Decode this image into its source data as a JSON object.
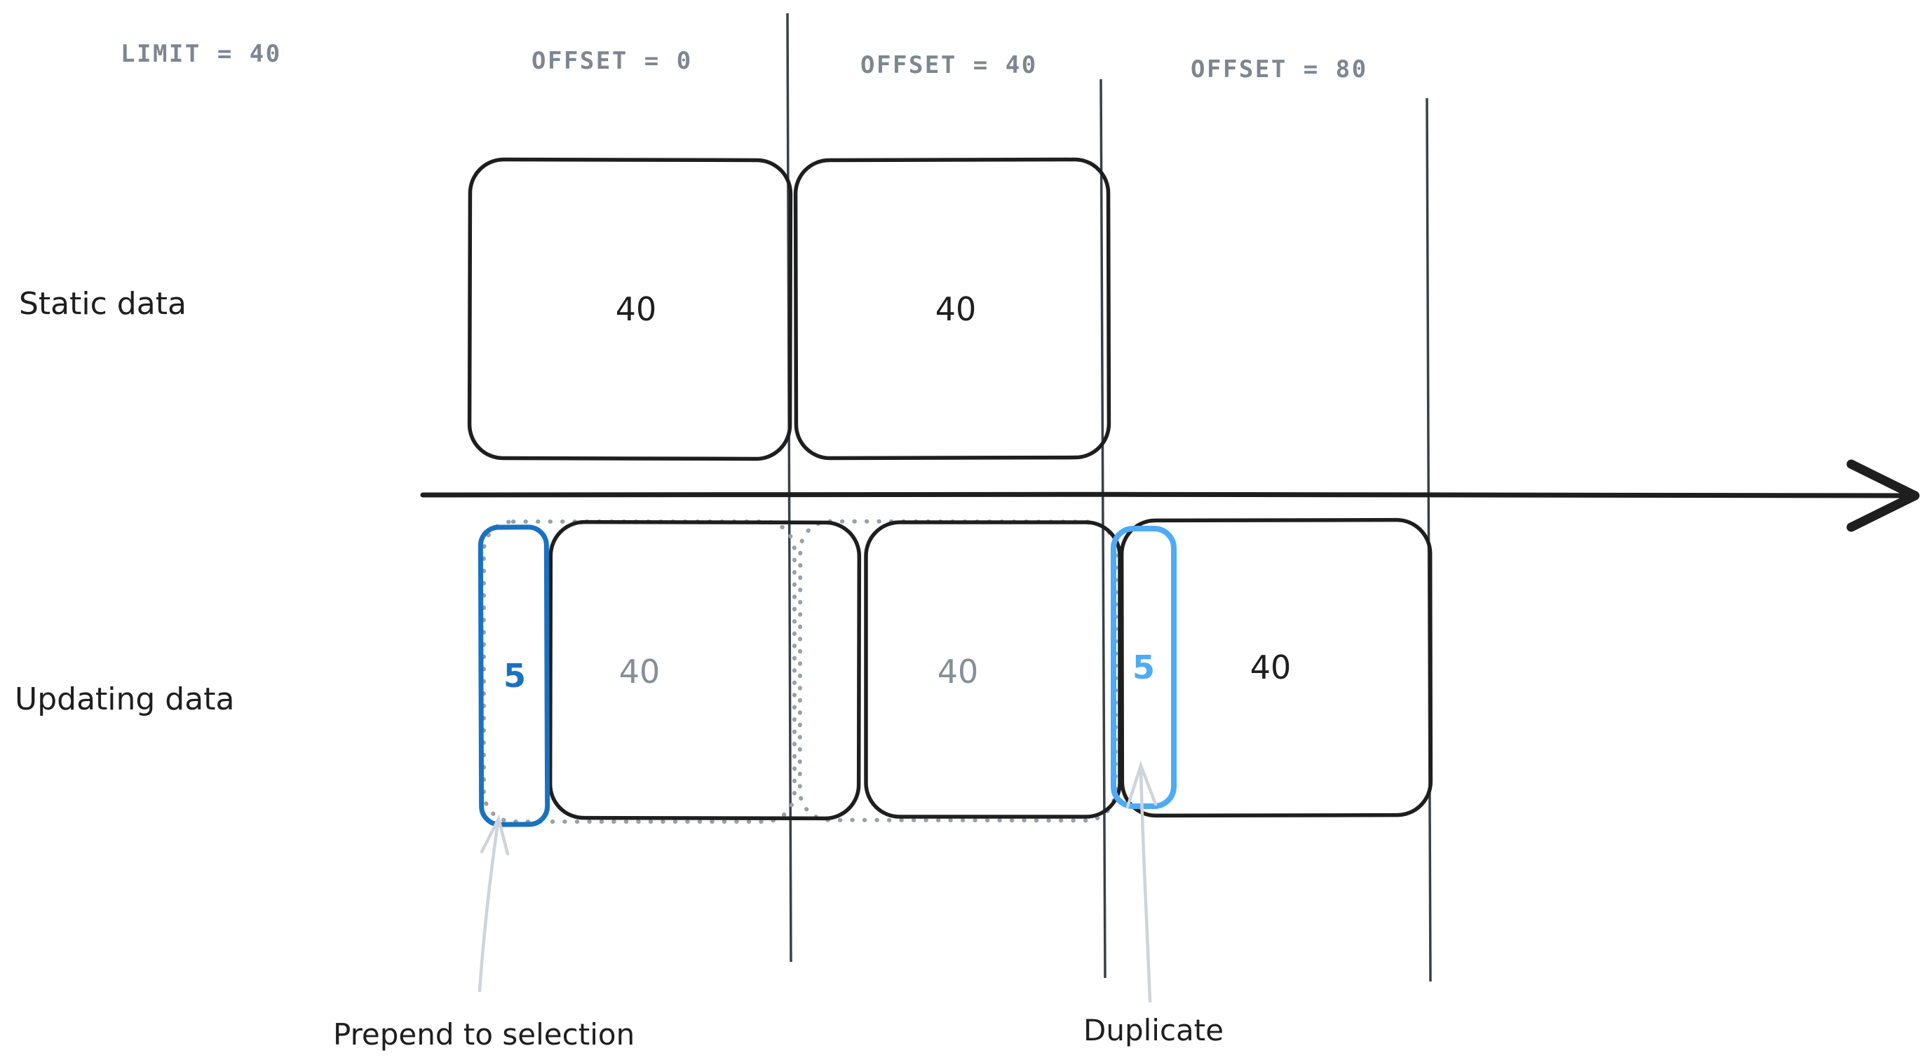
{
  "headers": {
    "limit": "LIMIT = 40",
    "offsets": [
      {
        "label": "OFFSET = 0"
      },
      {
        "label": "OFFSET = 40"
      },
      {
        "label": "OFFSET = 80"
      }
    ]
  },
  "rows": {
    "static": {
      "label": "Static data",
      "boxes": [
        {
          "value": "40"
        },
        {
          "value": "40"
        }
      ]
    },
    "updating": {
      "label": "Updating data",
      "prepend_box": {
        "value": "5"
      },
      "ghost_pages": [
        {
          "value": "40"
        },
        {
          "value": "40"
        }
      ],
      "duplicate_box": {
        "value": "5"
      },
      "tail_box": {
        "value": "40"
      }
    }
  },
  "annotations": {
    "prepend": "Prepend to selection",
    "duplicate": "Duplicate"
  },
  "colors": {
    "ink": "#1e1e1e",
    "muted_gray": "#7d8691",
    "ghost_gray": "#98a0a8",
    "value_gray": "#868e96",
    "prepend_blue": "#1971c2",
    "duplicate_blue": "#4dabf7",
    "annotation_arrow": "#ced4da",
    "divider": "#3a4046",
    "background": "#ffffff"
  }
}
